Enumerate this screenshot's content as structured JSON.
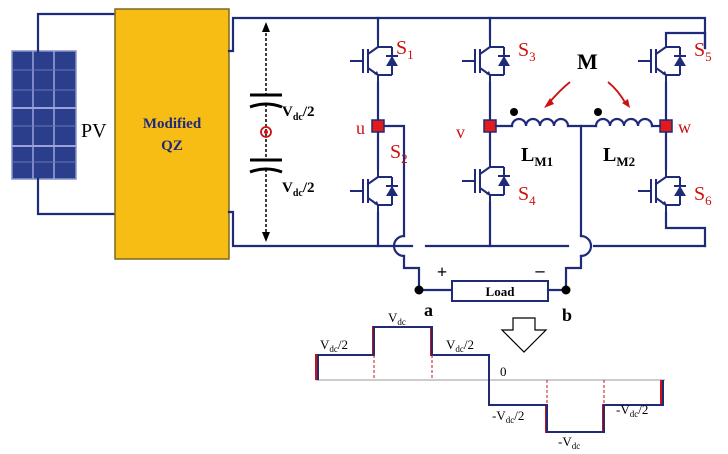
{
  "pv": {
    "label": "PV"
  },
  "qz": {
    "line1": "Modified",
    "line2": "QZ"
  },
  "capacitors": {
    "top": {
      "main": "V",
      "sub": "dc",
      "tail": "/2"
    },
    "bottom": {
      "main": "V",
      "sub": "dc",
      "tail": "/2"
    }
  },
  "switches": [
    {
      "main": "S",
      "sub": "1"
    },
    {
      "main": "S",
      "sub": "2"
    },
    {
      "main": "S",
      "sub": "3"
    },
    {
      "main": "S",
      "sub": "4"
    },
    {
      "main": "S",
      "sub": "5"
    },
    {
      "main": "S",
      "sub": "6"
    }
  ],
  "nodes": {
    "u": "u",
    "v": "v",
    "w": "w",
    "a": "a",
    "b": "b"
  },
  "mutual": "M",
  "inductors": {
    "m1": {
      "main": "L",
      "sub": "M1"
    },
    "m2": {
      "main": "L",
      "sub": "M2"
    }
  },
  "load": {
    "label": "Load",
    "plus": "+",
    "minus": "–"
  },
  "waveform": {
    "levels": {
      "half_pos_left": {
        "main": "V",
        "sub": "dc",
        "tail": "/2"
      },
      "full_pos": {
        "main": "V",
        "sub": "dc",
        "tail": ""
      },
      "half_pos_right": {
        "main": "V",
        "sub": "dc",
        "tail": "/2"
      },
      "zero": "0",
      "half_neg_left": {
        "main": "-V",
        "sub": "dc",
        "tail": "/2"
      },
      "full_neg": {
        "main": "-V",
        "sub": "dc",
        "tail": ""
      },
      "half_neg_right": {
        "main": "-V",
        "sub": "dc",
        "tail": "/2"
      }
    }
  },
  "colors": {
    "wire": "#1f2a78",
    "qz_fill": "#f7bd14",
    "label_red": "#cc1111",
    "panel": "#2a3e8c",
    "node": "#e21a1a"
  }
}
